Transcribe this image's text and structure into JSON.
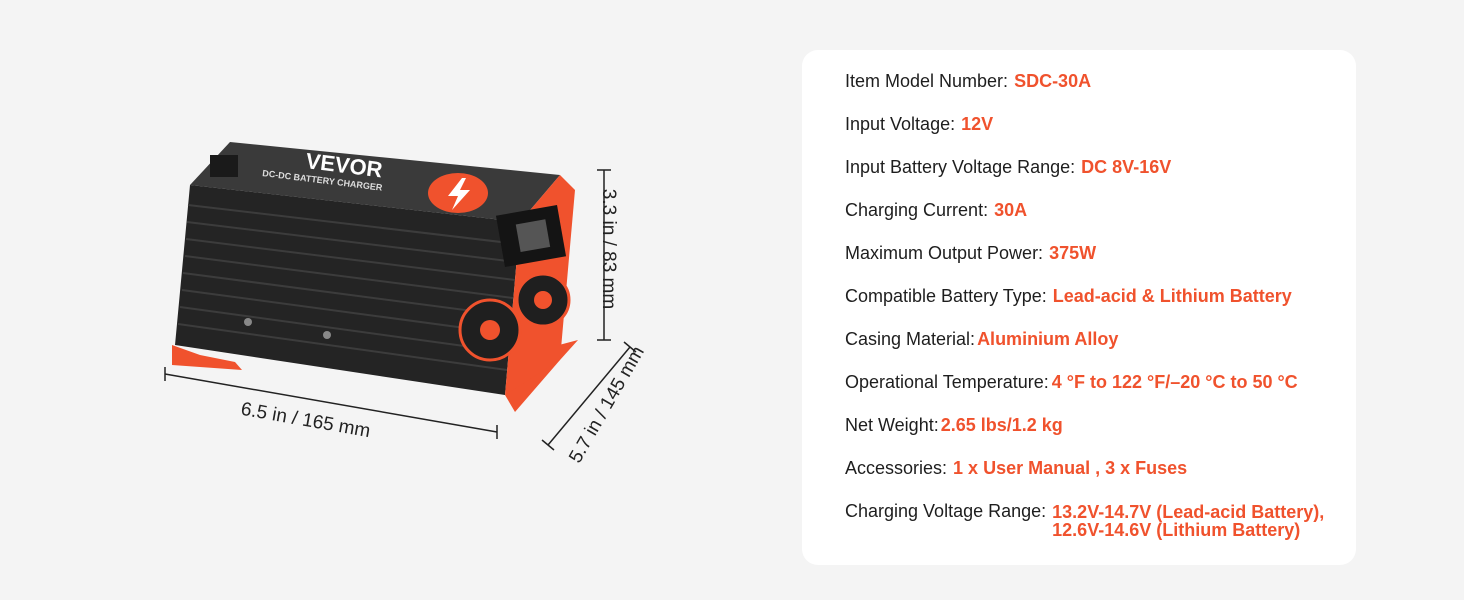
{
  "dimensions": {
    "width": "6.5 in / 165 mm",
    "height": "3.3 in / 83 mm",
    "depth": "5.7 in / 145 mm"
  },
  "product": {
    "brand": "VEVOR",
    "name": "DC-DC BATTERY CHARGER",
    "accent_color": "#f0522d",
    "body_color": "#2b2b2b"
  },
  "specs": [
    {
      "label": "Item Model Number:",
      "value": "SDC-30A"
    },
    {
      "label": "Input Voltage:",
      "value": "12V"
    },
    {
      "label": "Input Battery Voltage Range:",
      "value": "DC 8V-16V"
    },
    {
      "label": "Charging Current:",
      "value": "30A"
    },
    {
      "label": "Maximum Output Power:",
      "value": "375W"
    },
    {
      "label": "Compatible Battery Type:",
      "value": "Lead-acid & Lithium Battery"
    },
    {
      "label": "Casing Material:",
      "value": "Aluminium Alloy"
    },
    {
      "label": "Operational Temperature:",
      "value": "4 °F to 122 °F/–20 °C to 50 °C"
    },
    {
      "label": "Net Weight:",
      "value": "2.65 lbs/1.2 kg"
    },
    {
      "label": "Accessories:",
      "value": "1 x User Manual , 3 x Fuses"
    },
    {
      "label": "Charging Voltage Range:",
      "value_lines": [
        "13.2V-14.7V (Lead-acid Battery),",
        "12.6V-14.6V (Lithium Battery)"
      ]
    }
  ]
}
